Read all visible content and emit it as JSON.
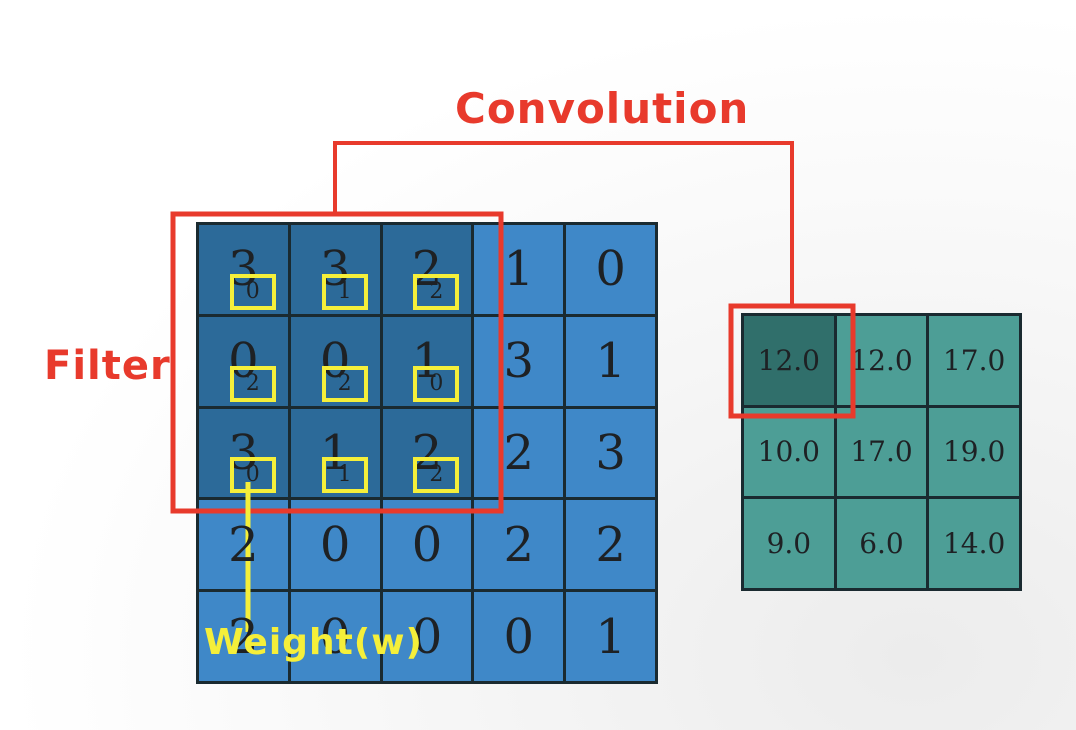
{
  "labels": {
    "convolution": "Convolution",
    "filter": "Filter",
    "weight": "Weight(w)"
  },
  "input_grid": [
    [
      "3",
      "3",
      "2",
      "1",
      "0"
    ],
    [
      "0",
      "0",
      "1",
      "3",
      "1"
    ],
    [
      "3",
      "1",
      "2",
      "2",
      "3"
    ],
    [
      "2",
      "0",
      "0",
      "2",
      "2"
    ],
    [
      "2",
      "0",
      "0",
      "0",
      "1"
    ]
  ],
  "filter_weights": [
    [
      "0",
      "1",
      "2"
    ],
    [
      "2",
      "2",
      "0"
    ],
    [
      "0",
      "1",
      "2"
    ]
  ],
  "output_grid": [
    [
      "12.0",
      "12.0",
      "17.0"
    ],
    [
      "10.0",
      "17.0",
      "19.0"
    ],
    [
      "9.0",
      "6.0",
      "14.0"
    ]
  ],
  "colors": {
    "input_cell": "#3f88c8",
    "input_cell_highlight": "#2c6a99",
    "output_cell": "#4d9e96",
    "output_cell_highlight": "#306f6b",
    "annotation_red": "#e83a2c",
    "annotation_yellow": "#f5ef3a"
  }
}
